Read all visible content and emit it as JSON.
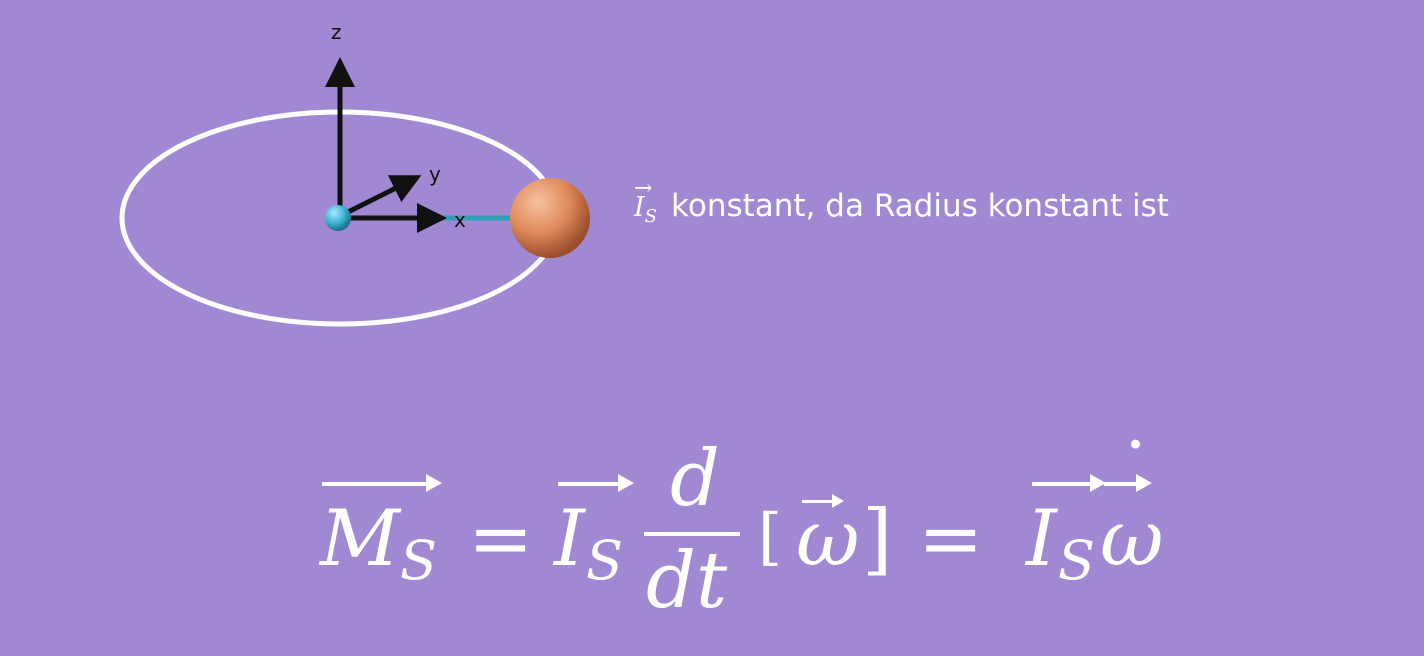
{
  "axes": {
    "z": "z",
    "y": "y",
    "x": "x"
  },
  "caption": {
    "vector_symbol": "I",
    "vector_subscript": "S",
    "text": "konstant, da Radius konstant ist"
  },
  "formula": {
    "lhs_symbol": "M",
    "lhs_subscript": "S",
    "equals_1": "=",
    "i_symbol_1": "I",
    "i_subscript_1": "S",
    "frac_num": "d",
    "frac_den": "dt",
    "bracket_open": "[",
    "omega_1": "ω",
    "bracket_close": "]",
    "equals_2": "=",
    "i_symbol_2": "I",
    "i_subscript_2": "S",
    "omega_2": "ω",
    "dot": "˙"
  },
  "colors": {
    "background": "#a088d2",
    "orbit": "#ffffff",
    "mass_sphere": "#e08a5c",
    "center_sphere": "#3ab0d0",
    "rod": "#3ab0c0",
    "axes": "#111111"
  }
}
